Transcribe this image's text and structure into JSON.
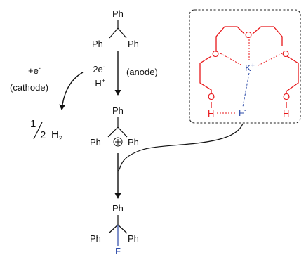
{
  "colors": {
    "carbon": "#111111",
    "oxygen": "#e8171a",
    "potassium_fluoride": "#2b4aa8"
  },
  "molecules": {
    "start": {
      "top": "Ph",
      "left": "Ph",
      "right": "Ph"
    },
    "cation": {
      "top": "Ph",
      "left": "Ph",
      "right": "Ph",
      "charge": "⊕"
    },
    "product": {
      "top": "Ph",
      "left": "Ph",
      "right": "Ph",
      "bottom": "F"
    }
  },
  "steps": {
    "oxidation": {
      "electrons": "-2e",
      "electrons_sup": "-",
      "proton": "-H",
      "proton_sup": "+",
      "label": "(anode)"
    },
    "reduction": {
      "electrons": "+e",
      "electrons_sup": "-",
      "label": "(cathode)"
    },
    "hydrogen": {
      "num": "1",
      "den": "2",
      "species": "H",
      "sub": "2"
    }
  },
  "complex": {
    "oxygen": "O",
    "hydrogen": "H",
    "potassium": "K",
    "potassium_sup": "+",
    "fluoride": "F",
    "fluoride_sup": "-"
  }
}
